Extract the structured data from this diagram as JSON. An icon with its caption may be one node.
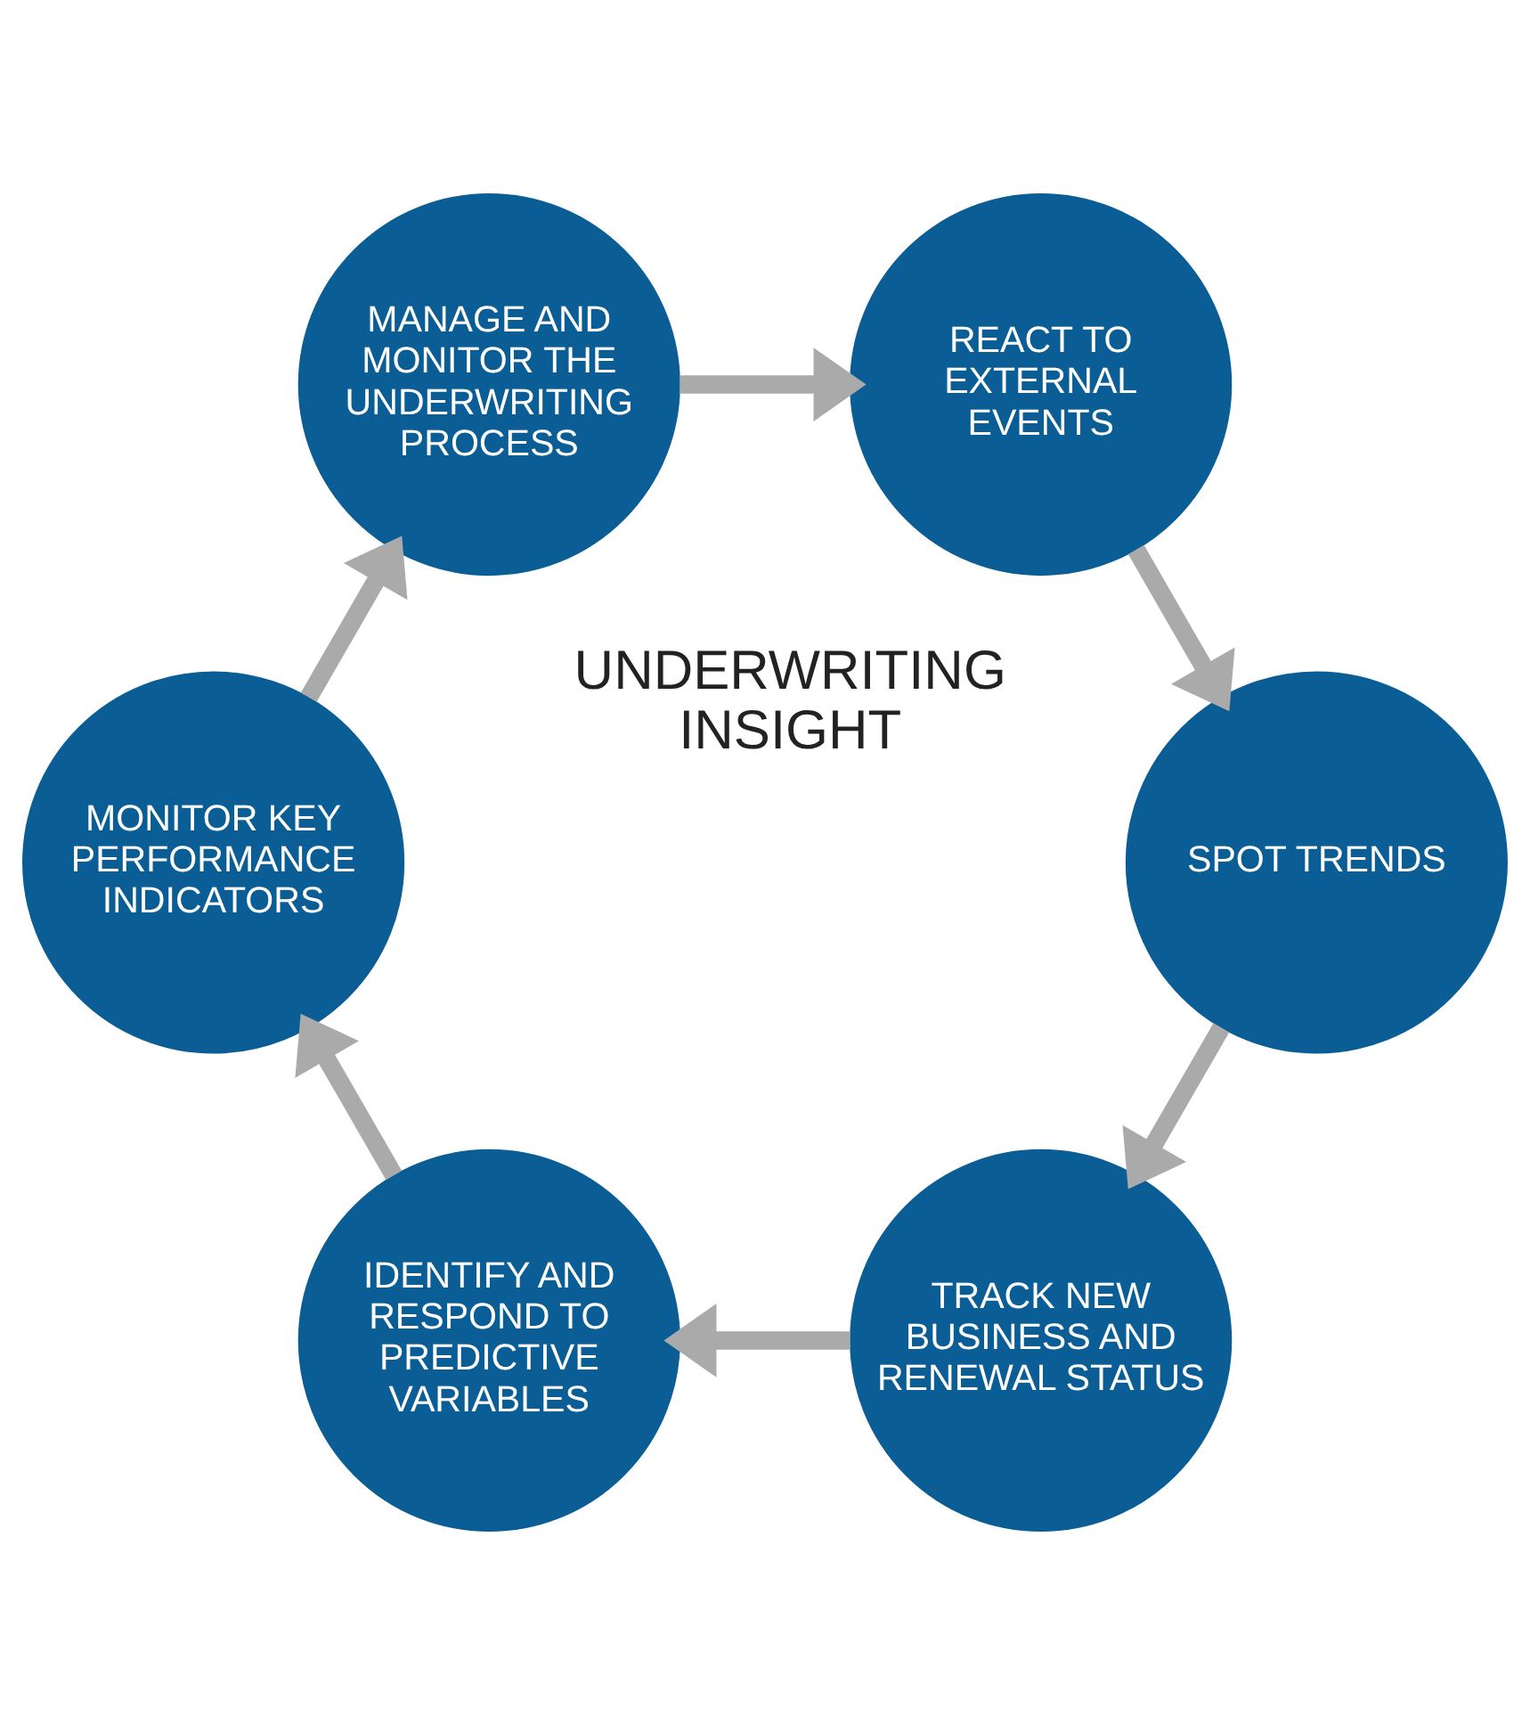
{
  "diagram": {
    "nodes": [
      {
        "text": [
          "TRACK NEW BUSINESS AND RENEWAL STATUS"
        ]
      },
      {
        "text": [
          "IDENTIFY AND RESPOND TO PREDICTIVE VARIABLES"
        ]
      },
      {
        "text": [
          "MONITOR KEY PERFORMANCE INDICATORS"
        ]
      },
      {
        "text": [
          "MANAGE AND MONITOR THE UNDERWRITING PROCESS"
        ]
      },
      {
        "text": [
          "REACT TO EXTERNAL EVENTS"
        ]
      },
      {
        "text": [
          "SPOT TRENDS"
        ]
      }
    ],
    "edges": [
      {
        "from": 0,
        "to": 1,
        "arrow": "to"
      },
      {
        "from": 1,
        "to": 2,
        "arrow": "to"
      },
      {
        "from": 2,
        "to": 3,
        "arrow": "to"
      },
      {
        "from": 3,
        "to": 4,
        "arrow": "to"
      },
      {
        "from": 4,
        "to": 5,
        "arrow": "to"
      },
      {
        "from": 5,
        "to": 0,
        "arrow": "to"
      }
    ],
    "labels": [
      "UNDERWRITING INSIGHT"
    ]
  }
}
